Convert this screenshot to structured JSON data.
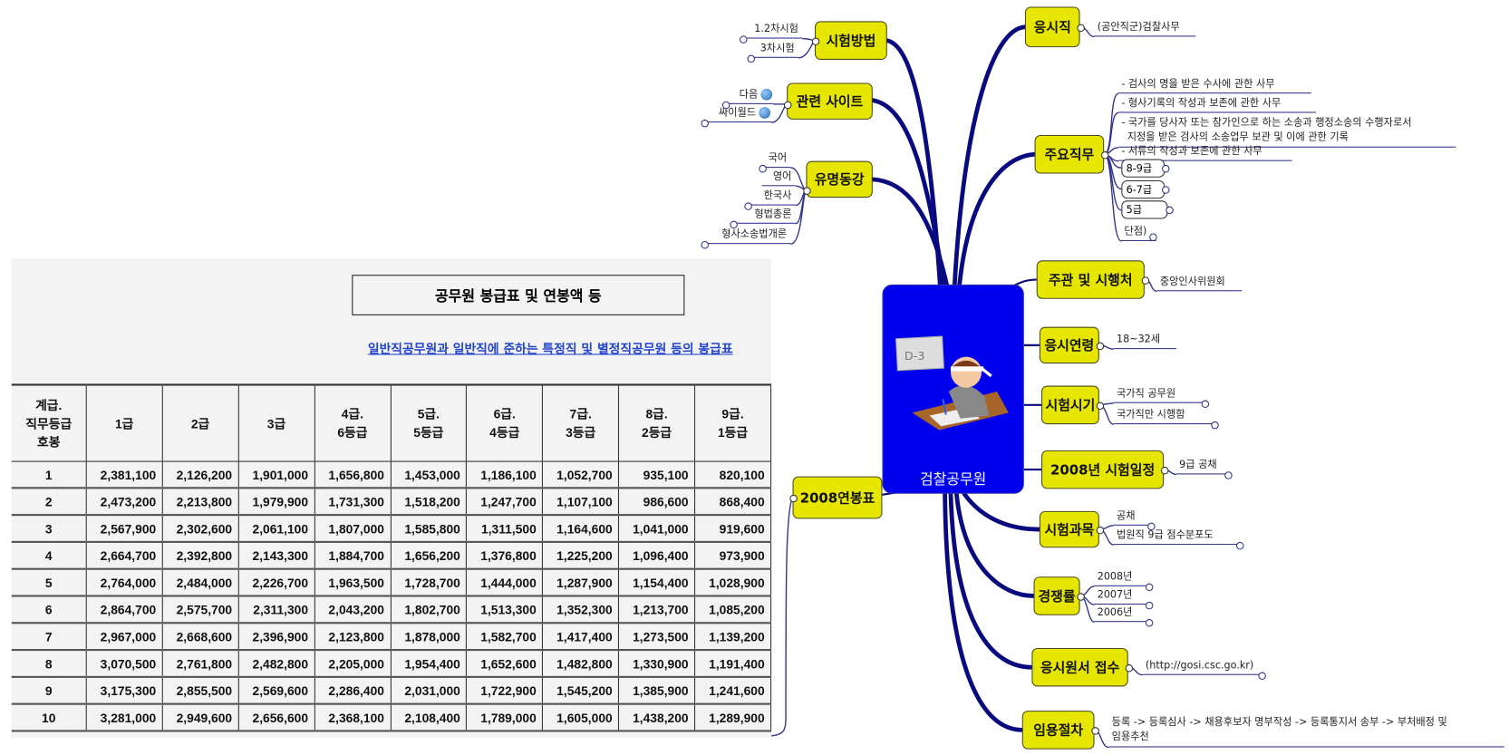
{
  "center": {
    "title": "검찰공무원",
    "note": "D-3"
  },
  "left_branches": {
    "exam_method": {
      "label": "시험방법",
      "leaves": [
        "1.2차시험",
        "3차시험"
      ]
    },
    "related_sites": {
      "label": "관련 사이트",
      "leaves": [
        "다음",
        "싸이월드"
      ]
    },
    "lectures": {
      "label": "유명동강",
      "leaves": [
        "국어",
        "영어",
        "한국사",
        "형법총론",
        "형사소송법개론"
      ]
    },
    "salary": {
      "label": "2008연봉표"
    }
  },
  "right_branches": {
    "job": {
      "label": "응시직",
      "leaves": [
        "(공안직군)검찰사무"
      ]
    },
    "duties": {
      "label": "주요직무",
      "leaves": [
        "- 검사의 명을 받은 수사에 관한 사무",
        "- 형사기록의 작성과 보존에 관한 사무",
        "- 국가를 당사자 또는 참가인으로 하는 소송과 행정소송의 수행자로서",
        "지정을 받은 검사의 소송업무 보관 및 이에 관한 기록",
        "- 서류의 작성과 보존에 관한 사무"
      ],
      "grades": [
        "8-9급",
        "6-7급",
        "5급"
      ],
      "weakness": "단점)"
    },
    "organizer": {
      "label": "주관 및 시행처",
      "leaves": [
        "중앙인사위원회"
      ]
    },
    "age": {
      "label": "응시연령",
      "leaves": [
        "18~32세"
      ]
    },
    "timing": {
      "label": "시험시기",
      "leaves": [
        "국가직 공무원",
        "국가직만 시행함"
      ]
    },
    "schedule": {
      "label": "2008년 시험일정",
      "leaves": [
        "9급 공채"
      ]
    },
    "subjects": {
      "label": "시험과목",
      "leaves": [
        "공채",
        "법원직 9급 점수분포도"
      ]
    },
    "competition": {
      "label": "경쟁률",
      "leaves": [
        "2008년",
        "2007년",
        "2006년"
      ]
    },
    "application": {
      "label": "응시원서 접수",
      "leaves": [
        "(http://gosi.csc.go.kr)"
      ]
    },
    "appointment": {
      "label": "임용절차",
      "leaves": [
        "등록 -> 등록심사 -> 채용후보자 명부작성 -> 등록통지서 송부 -> 부처배정 및",
        "임용추천"
      ]
    }
  },
  "salary_table": {
    "title": "공무원 봉급표 및 연봉액 등",
    "subtitle": "일반직공무원과 일반직에 준하는 특정직 및 별정직공무원 등의 봉급표",
    "headers": [
      "계급.\n직무등급\n호봉",
      "1급",
      "2급",
      "3급",
      "4급.\n6등급",
      "5급.\n5등급",
      "6급.\n4등급",
      "7급.\n3등급",
      "8급.\n2등급",
      "9급.\n1등급"
    ],
    "rows": [
      [
        "1",
        "2,381,100",
        "2,126,200",
        "1,901,000",
        "1,656,800",
        "1,453,000",
        "1,186,100",
        "1,052,700",
        "935,100",
        "820,100"
      ],
      [
        "2",
        "2,473,200",
        "2,213,800",
        "1,979,900",
        "1,731,300",
        "1,518,200",
        "1,247,700",
        "1,107,100",
        "986,600",
        "868,400"
      ],
      [
        "3",
        "2,567,900",
        "2,302,600",
        "2,061,100",
        "1,807,000",
        "1,585,800",
        "1,311,500",
        "1,164,600",
        "1,041,000",
        "919,600"
      ],
      [
        "4",
        "2,664,700",
        "2,392,800",
        "2,143,300",
        "1,884,700",
        "1,656,200",
        "1,376,800",
        "1,225,200",
        "1,096,400",
        "973,900"
      ],
      [
        "5",
        "2,764,000",
        "2,484,000",
        "2,226,700",
        "1,963,500",
        "1,728,700",
        "1,444,000",
        "1,287,900",
        "1,154,400",
        "1,028,900"
      ],
      [
        "6",
        "2,864,700",
        "2,575,700",
        "2,311,300",
        "2,043,200",
        "1,802,700",
        "1,513,300",
        "1,352,300",
        "1,213,700",
        "1,085,200"
      ],
      [
        "7",
        "2,967,000",
        "2,668,600",
        "2,396,900",
        "2,123,800",
        "1,878,000",
        "1,582,700",
        "1,417,400",
        "1,273,500",
        "1,139,200"
      ],
      [
        "8",
        "3,070,500",
        "2,761,800",
        "2,482,800",
        "2,205,000",
        "1,954,400",
        "1,652,600",
        "1,482,800",
        "1,330,900",
        "1,191,400"
      ],
      [
        "9",
        "3,175,300",
        "2,855,500",
        "2,569,600",
        "2,286,400",
        "2,031,000",
        "1,722,900",
        "1,545,200",
        "1,385,900",
        "1,241,600"
      ],
      [
        "10",
        "3,281,000",
        "2,949,600",
        "2,656,600",
        "2,368,100",
        "2,108,400",
        "1,789,000",
        "1,605,000",
        "1,438,200",
        "1,289,900"
      ]
    ]
  },
  "colors": {
    "node": "#e6e600",
    "center": "#0000ee",
    "branch": "#0a0a80",
    "link": "#2244cc"
  }
}
